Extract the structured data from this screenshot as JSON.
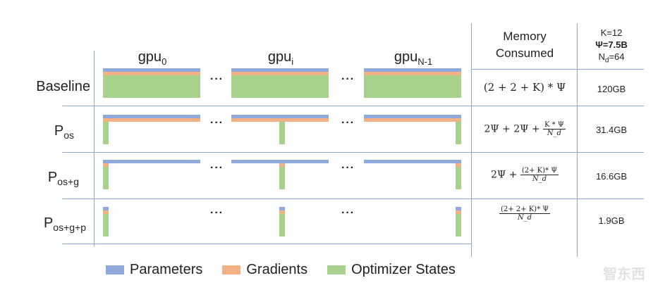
{
  "gpus": {
    "first": {
      "base": "gpu",
      "sub": "0"
    },
    "middle": {
      "base": "gpu",
      "sub": "i"
    },
    "last": {
      "base": "gpu",
      "sub": "N-1"
    }
  },
  "ellipsis": "···",
  "rows": [
    {
      "label": "Baseline",
      "sub": "",
      "formula": "(2 + 2 + K) * Ψ",
      "memory": "120GB"
    },
    {
      "label": "P",
      "sub": "os",
      "formula_a": "2Ψ + 2Ψ + ",
      "formula_num": "K * Ψ",
      "formula_den": "N_d",
      "memory": "31.4GB"
    },
    {
      "label": "P",
      "sub": "os+g",
      "formula_a": "2Ψ + ",
      "formula_num": "(2+ K)* Ψ",
      "formula_den": "N_d",
      "memory": "16.6GB"
    },
    {
      "label": "P",
      "sub": "os+g+p",
      "formula_num": "(2+ 2+ K)* Ψ",
      "formula_den": "N_d",
      "memory": "1.9GB"
    }
  ],
  "memory_header": {
    "line1": "Memory",
    "line2": "Consumed"
  },
  "constants": {
    "k": "K=12",
    "psi": "Ψ=7.5B",
    "nd_base": "N",
    "nd_sub": "d",
    "nd_val": "=64"
  },
  "legend": [
    {
      "label": "Parameters",
      "color": "#8fa9db"
    },
    {
      "label": "Gradients",
      "color": "#f4b183"
    },
    {
      "label": "Optimizer States",
      "color": "#a9d18e"
    }
  ],
  "colors": {
    "params": "#8fa9db",
    "grads": "#f4b183",
    "optim": "#a9d18e",
    "grid": "#8fa9c9"
  },
  "watermark": "智东西"
}
